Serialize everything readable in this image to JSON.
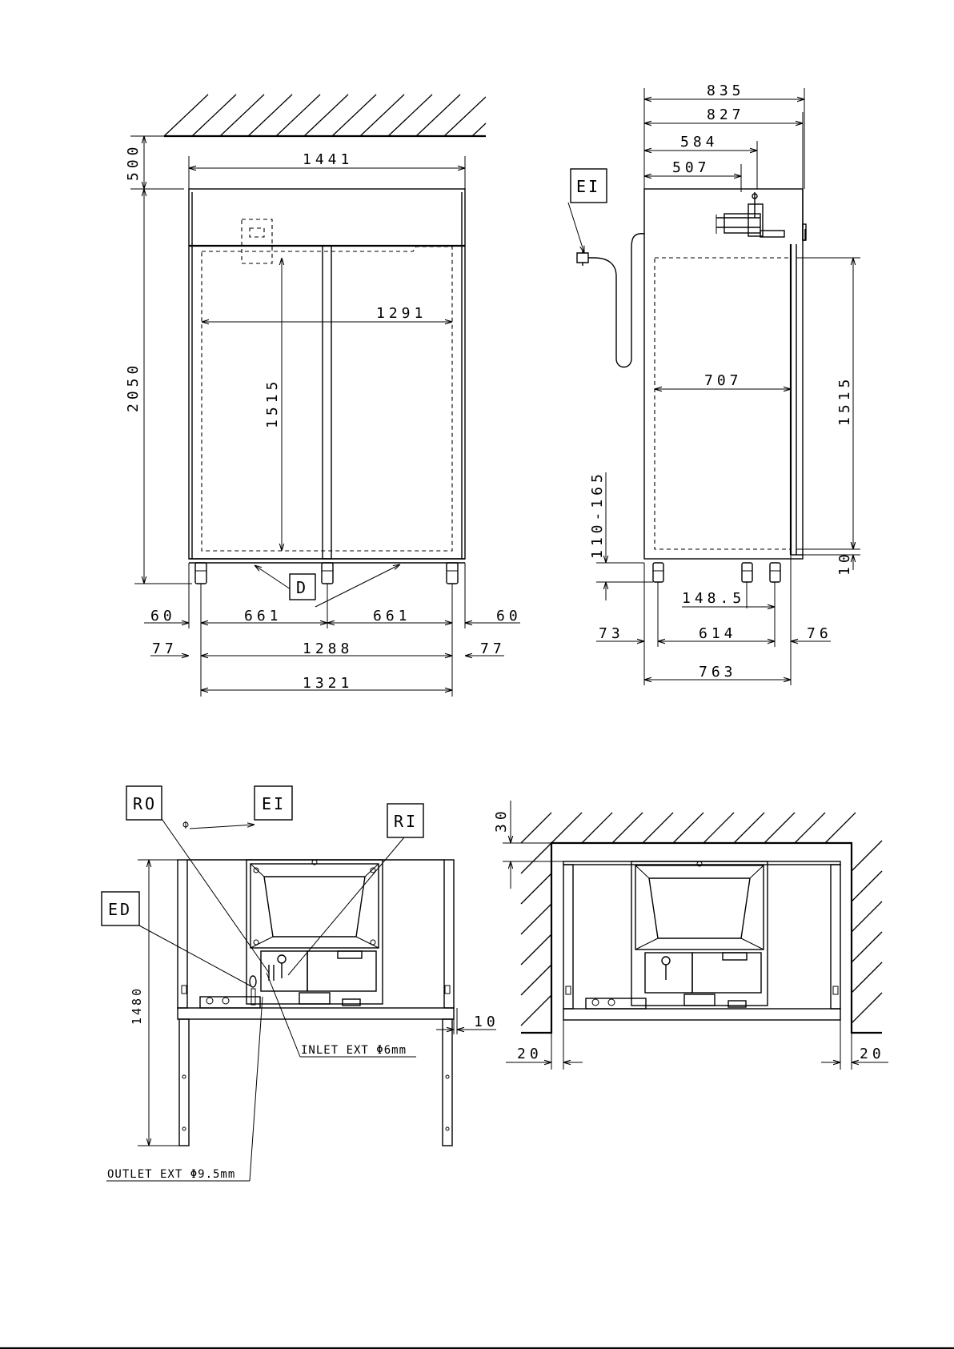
{
  "front_view": {
    "clearance_top": "500",
    "width_outer": "1441",
    "height_total": "2050",
    "interior_height": "1515",
    "interior_width": "1291",
    "drain_label": "D",
    "leg_offset_left": "60",
    "leg_spacing_left": "661",
    "leg_spacing_right": "661",
    "leg_offset_right": "60",
    "foot_offset_left": "77",
    "foot_span": "1288",
    "foot_offset_right": "77",
    "base_width": "1321"
  },
  "side_view": {
    "depth_835": "835",
    "depth_827": "827",
    "depth_584": "584",
    "depth_507": "507",
    "electrical_label": "EI",
    "interior_depth": "707",
    "interior_height": "1515",
    "leg_adjust": "110-165",
    "bottom_gap": "10",
    "leg_distance": "148.5",
    "foot_offset_front": "73",
    "foot_span": "614",
    "foot_offset_rear": "76",
    "base_depth": "763"
  },
  "top_view_left": {
    "refrigerant_outlet_label": "RO",
    "electrical_label": "EI",
    "refrigerant_inlet_label": "RI",
    "drain_label": "ED",
    "height_dim": "1480",
    "gap_dim": "10",
    "inlet_note": "INLET EXT Φ6mm",
    "outlet_note": "OUTLET EXT Φ9.5mm"
  },
  "top_view_right": {
    "clearance_top": "30",
    "clearance_left": "20",
    "clearance_right": "20"
  }
}
